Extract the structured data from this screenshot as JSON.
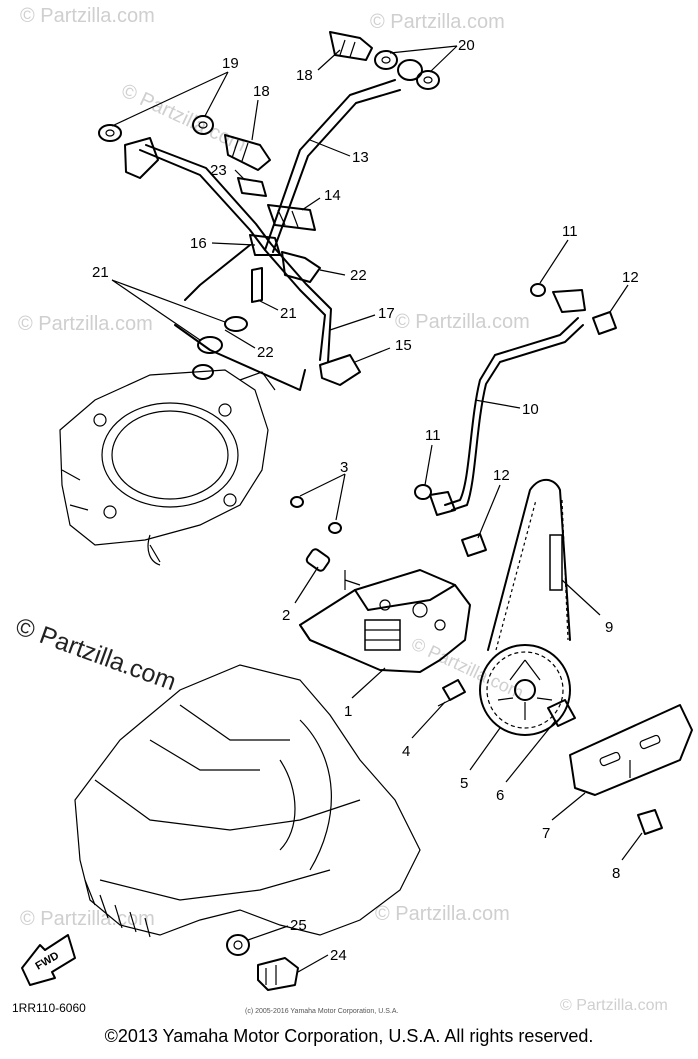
{
  "diagram_code": "1RR110-6060",
  "small_credit": "(c) 2005-2016 Yamaha Motor Corporation, U.S.A.",
  "copyright": "©2013 Yamaha Motor Corporation, U.S.A. All rights reserved.",
  "fwd_label": "FWD",
  "watermarks": [
    "© Partzilla.com",
    "© Partzilla.com",
    "© Partzilla.com",
    "© Partzilla.com",
    "© Partzilla.com",
    "© Partzilla.com",
    "© Partzilla.com",
    "© Partzilla.com",
    "© Partzilla.com"
  ],
  "callouts": [
    {
      "id": "c1",
      "label": "1"
    },
    {
      "id": "c2",
      "label": "2"
    },
    {
      "id": "c3",
      "label": "3"
    },
    {
      "id": "c4",
      "label": "4"
    },
    {
      "id": "c5",
      "label": "5"
    },
    {
      "id": "c6",
      "label": "6"
    },
    {
      "id": "c7",
      "label": "7"
    },
    {
      "id": "c8",
      "label": "8"
    },
    {
      "id": "c9",
      "label": "9"
    },
    {
      "id": "c10",
      "label": "10"
    },
    {
      "id": "c11a",
      "label": "11"
    },
    {
      "id": "c11b",
      "label": "11"
    },
    {
      "id": "c12a",
      "label": "12"
    },
    {
      "id": "c12b",
      "label": "12"
    },
    {
      "id": "c13",
      "label": "13"
    },
    {
      "id": "c14",
      "label": "14"
    },
    {
      "id": "c15",
      "label": "15"
    },
    {
      "id": "c16",
      "label": "16"
    },
    {
      "id": "c17",
      "label": "17"
    },
    {
      "id": "c18a",
      "label": "18"
    },
    {
      "id": "c18b",
      "label": "18"
    },
    {
      "id": "c19a",
      "label": "19"
    },
    {
      "id": "c19b",
      "label": "19"
    },
    {
      "id": "c20",
      "label": "20"
    },
    {
      "id": "c21a",
      "label": "21"
    },
    {
      "id": "c21b",
      "label": "21"
    },
    {
      "id": "c22",
      "label": "22"
    },
    {
      "id": "c23",
      "label": "23"
    },
    {
      "id": "c24",
      "label": "24"
    },
    {
      "id": "c25",
      "label": "25"
    }
  ]
}
